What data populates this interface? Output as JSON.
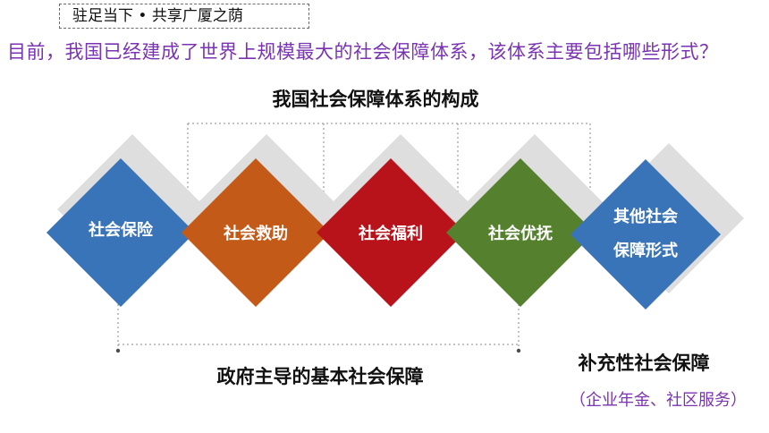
{
  "tag": "驻足当下 • 共享广厦之荫",
  "question": "目前，我国已经建成了世界上规模最大的社会保障体系，该体系主要包括哪些形式？",
  "heading": "我国社会保障体系的构成",
  "diamonds": [
    {
      "label": "社会保险",
      "color": "#3a74b8"
    },
    {
      "label": "社会救助",
      "color": "#c45a18"
    },
    {
      "label": "社会福利",
      "color": "#b8131b"
    },
    {
      "label": "社会优抚",
      "color": "#55812f"
    },
    {
      "label_line1": "其他社会",
      "label_line2": "保障形式",
      "color": "#3a74b8"
    }
  ],
  "bottom_label": "政府主导的基本社会保障",
  "supplement_label": "补充性社会保障",
  "supplement_note": "（企业年金、社区服务）"
}
